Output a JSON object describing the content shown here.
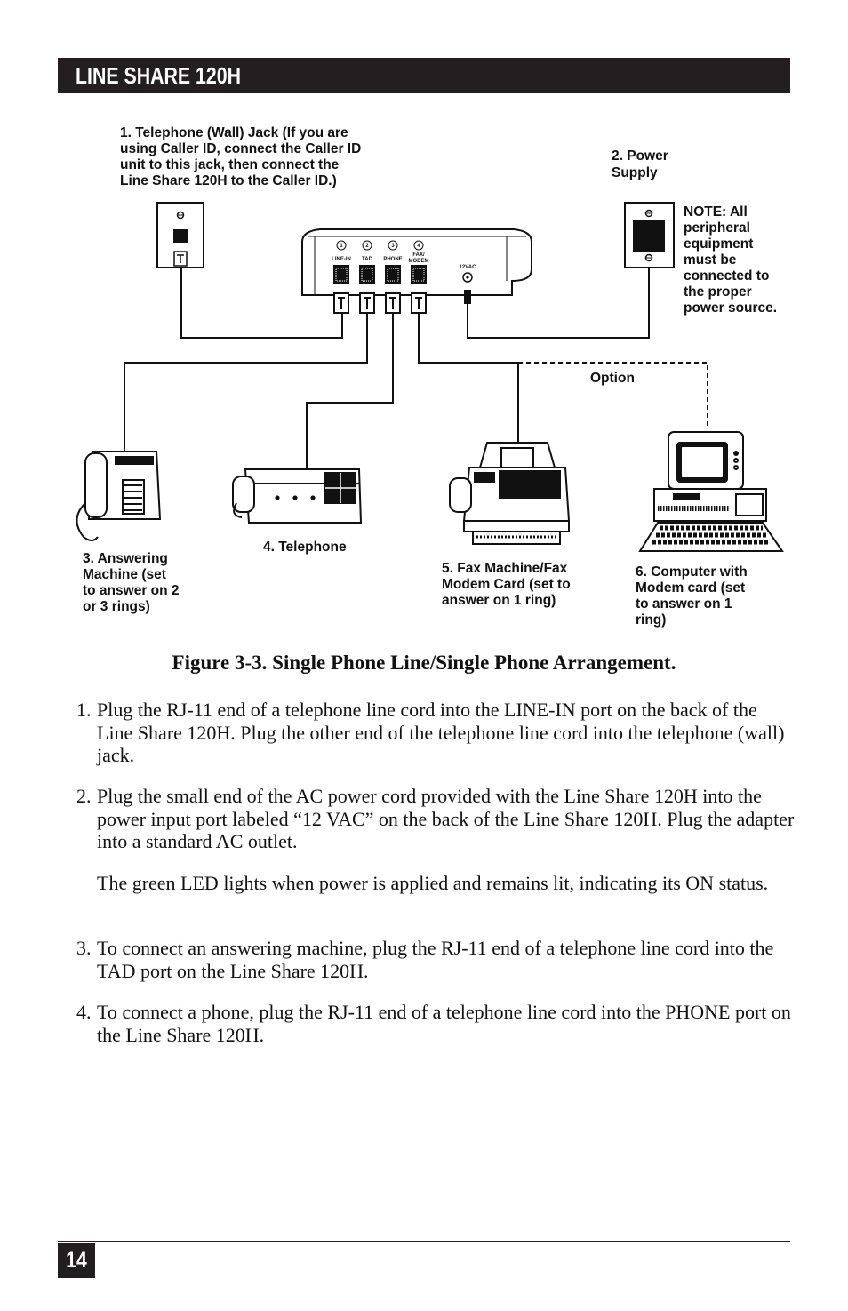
{
  "header": {
    "title": "LINE SHARE 120H"
  },
  "diagram": {
    "label_wall_jack": [
      "1. Telephone (Wall) Jack (If you are",
      "using Caller ID, connect the Caller ID",
      "unit to this jack, then connect the",
      "Line Share 120H to the Caller ID.)"
    ],
    "label_power": [
      "2. Power",
      "Supply"
    ],
    "label_note": [
      "NOTE:  All",
      "peripheral",
      "equipment",
      "must be",
      "connected to",
      "the proper",
      "power source."
    ],
    "label_option": "Option",
    "label_answering": [
      "3. Answering",
      "Machine (set",
      "to answer on 2",
      "or 3 rings)"
    ],
    "label_telephone": "4. Telephone",
    "label_fax": [
      "5. Fax Machine/Fax",
      "Modem Card (set to",
      "answer on 1 ring)"
    ],
    "label_computer": [
      "6. Computer with",
      "Modem card (set",
      "to answer on 1",
      "ring)"
    ],
    "ports": [
      {
        "num": "1",
        "name": "LINE-IN"
      },
      {
        "num": "2",
        "name": "TAD"
      },
      {
        "num": "3",
        "name": "PHONE"
      },
      {
        "num": "4",
        "name": "FAX/ MODEM"
      }
    ],
    "port_fax_line1": "FAX/",
    "port_fax_line2": "MODEM",
    "power_port_label": "12VAC"
  },
  "caption": "Figure 3-3. Single Phone Line/Single Phone Arrangement.",
  "steps": [
    {
      "num": "1.",
      "text": "Plug the RJ-11 end of a telephone line cord into the LINE-IN port on the back of the Line Share 120H. Plug the other end of the telephone line cord into the telephone (wall) jack."
    },
    {
      "num": "2.",
      "text": "Plug the small end of the AC power cord provided with the Line Share 120H into the power input port labeled “12 VAC” on the back of the Line Share 120H. Plug the adapter into a standard AC outlet."
    },
    {
      "num": "",
      "text": "The green LED lights when power is applied and remains lit, indicating its ON status."
    },
    {
      "num": "3.",
      "text": "To connect an answering machine, plug the RJ-11 end of a telephone line cord into the TAD port on the Line Share 120H."
    },
    {
      "num": "4.",
      "text": "To connect a phone, plug the RJ-11 end of a telephone line cord into the PHONE port on the Line Share 120H."
    }
  ],
  "footer": {
    "page_number": "14"
  }
}
